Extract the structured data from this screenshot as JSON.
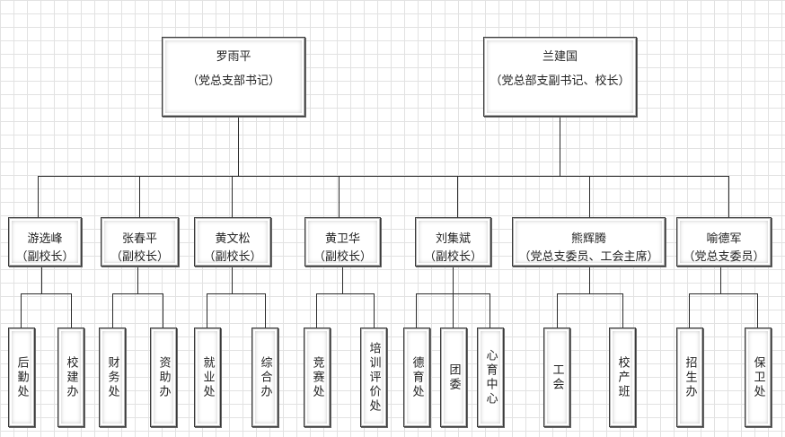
{
  "leaders": [
    {
      "name": "罗雨平",
      "title": "（党总支部书记）"
    },
    {
      "name": "兰建国",
      "title": "（党总部支副书记、校长）"
    }
  ],
  "vice": [
    {
      "name": "游选峰",
      "title": "（副校长）"
    },
    {
      "name": "张春平",
      "title": "（副校长）"
    },
    {
      "name": "黄文松",
      "title": "（副校长）"
    },
    {
      "name": "黄卫华",
      "title": "（副校长）"
    },
    {
      "name": "刘集斌",
      "title": "（副校长）"
    },
    {
      "name": "熊辉腾",
      "title": "（党总支委员、工会主席）"
    },
    {
      "name": "喻德军",
      "title": "（党总支委员）"
    }
  ],
  "departments": [
    {
      "label": "后勤处"
    },
    {
      "label": "校建办"
    },
    {
      "label": "财务处"
    },
    {
      "label": "资助办"
    },
    {
      "label": "就业处"
    },
    {
      "label": "综合办"
    },
    {
      "label": "竞赛处"
    },
    {
      "label": "培训评价处"
    },
    {
      "label": "德育处"
    },
    {
      "label": "团委"
    },
    {
      "label": "心育中心"
    },
    {
      "label": "工会"
    },
    {
      "label": "校产班"
    },
    {
      "label": "招生办"
    },
    {
      "label": "保卫处"
    }
  ]
}
